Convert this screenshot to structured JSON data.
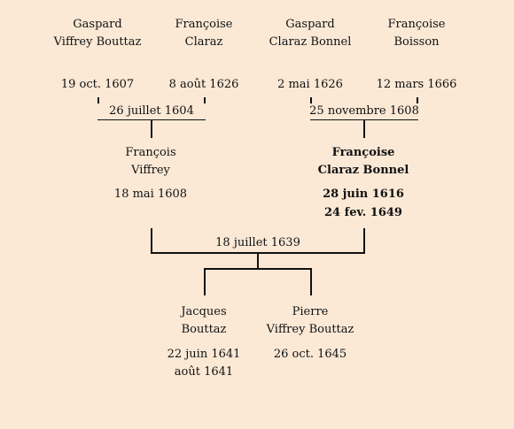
{
  "people": {
    "gaspard_vb": {
      "first": "Gaspard",
      "last": "Viffrey Bouttaz",
      "birth": "19 oct. 1607"
    },
    "francoise_c": {
      "first": "Françoise",
      "last": "Claraz",
      "birth": "8 août 1626"
    },
    "gaspard_cb": {
      "first": "Gaspard",
      "last": "Claraz Bonnel",
      "birth": "2 mai 1626"
    },
    "francoise_b": {
      "first": "Françoise",
      "last": "Boisson",
      "birth": "12 mars 1666"
    },
    "francois_v": {
      "first": "François",
      "last": "Viffrey",
      "birth": "18 mai 1608"
    },
    "francoise_cb": {
      "first": "Françoise",
      "last": "Claraz Bonnel",
      "birth": "28 juin 1616",
      "death": "24 fev. 1649"
    },
    "jacques": {
      "first": "Jacques",
      "last": "Bouttaz",
      "birth": "22 juin 1641",
      "death": "août 1641"
    },
    "pierre": {
      "first": "Pierre",
      "last": "Viffrey Bouttaz",
      "birth": "26 oct. 1645"
    }
  },
  "marriages": {
    "left": "26 juillet 1604",
    "right": "25 novembre 1608",
    "center": "18 juillet 1639"
  }
}
